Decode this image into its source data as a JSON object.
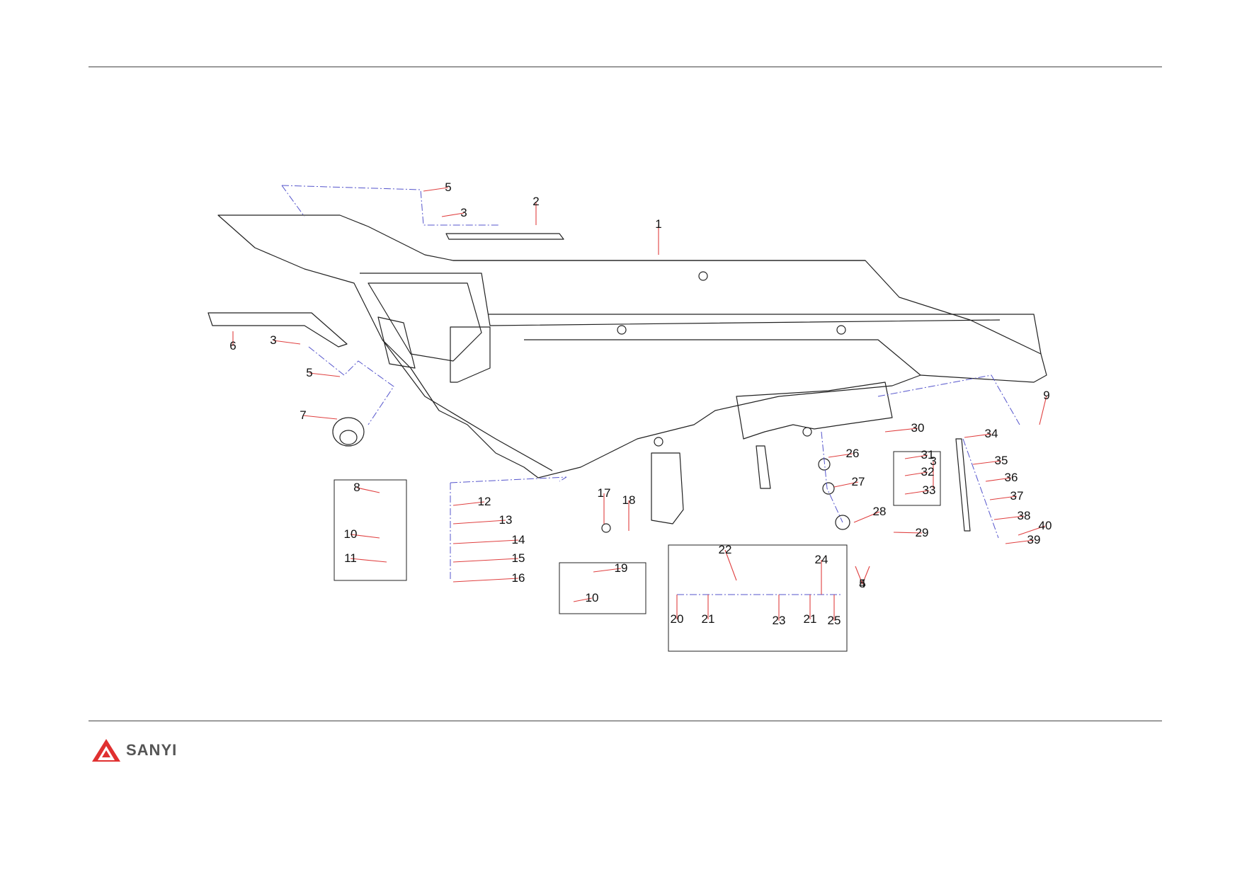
{
  "brand": {
    "name": "SANYI",
    "logo_color": "#e03030",
    "text_color": "#555555"
  },
  "colors": {
    "leader": "#e04040",
    "dash": "#5555cc",
    "outline": "#222222"
  },
  "callouts": [
    "1",
    "2",
    "3",
    "3",
    "3",
    "4",
    "5",
    "5",
    "5",
    "6",
    "7",
    "8",
    "9",
    "10",
    "10",
    "11",
    "12",
    "13",
    "14",
    "15",
    "16",
    "17",
    "18",
    "19",
    "20",
    "21",
    "21",
    "22",
    "23",
    "24",
    "25",
    "26",
    "27",
    "28",
    "29",
    "30",
    "31",
    "32",
    "33",
    "34",
    "35",
    "36",
    "37",
    "38",
    "39",
    "40"
  ]
}
